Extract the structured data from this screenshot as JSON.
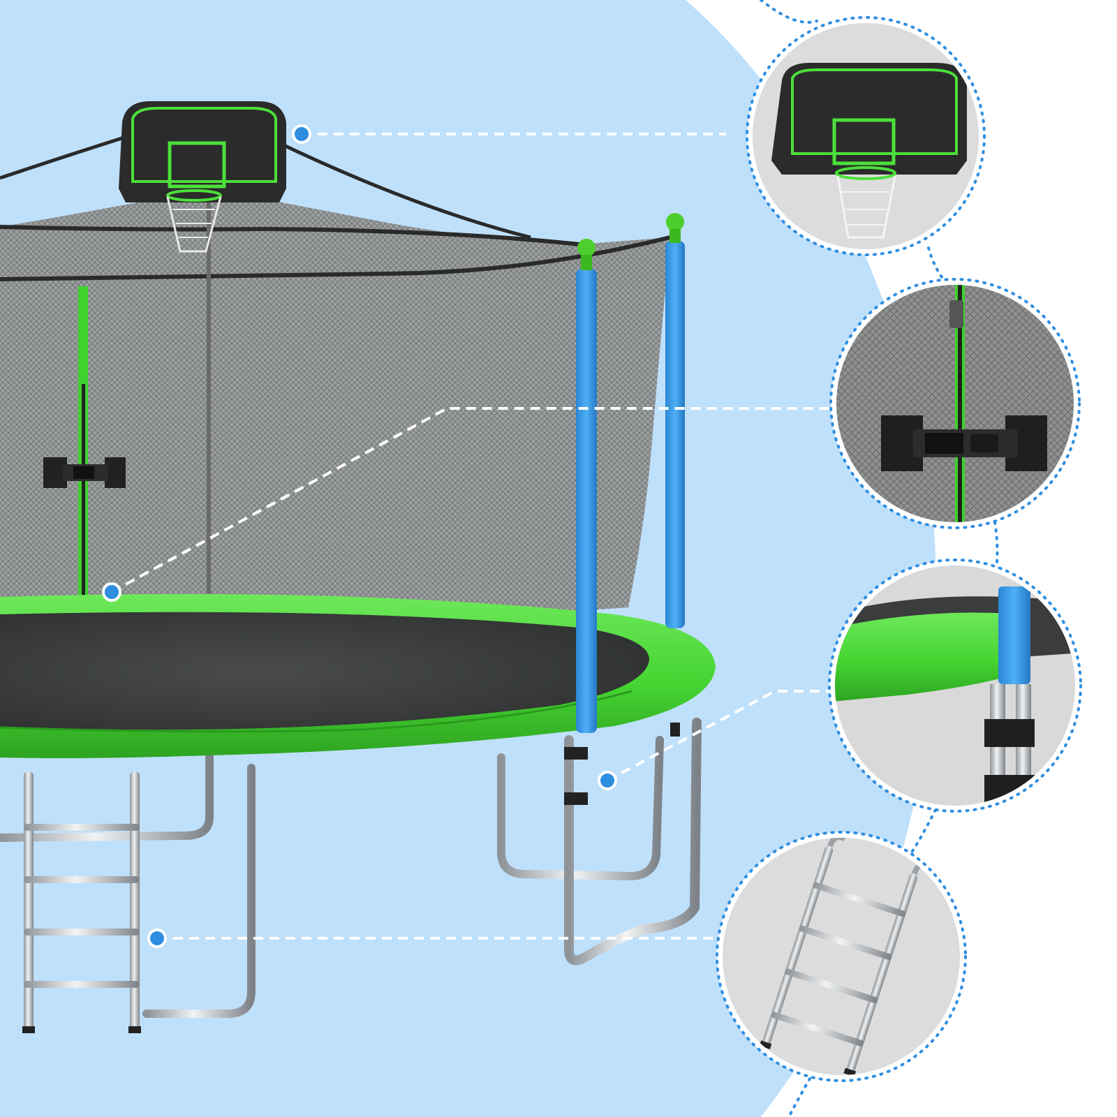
{
  "colors": {
    "backdrop_blue": "#bfe0fb",
    "page_white": "#ffffff",
    "trampoline_green": "#4fd63a",
    "pad_green_dark": "#2fae22",
    "pole_blue": "#3a9ee8",
    "net_gray": "#7a7a7a",
    "mat_dark": "#3a3d3c",
    "callout_blue": "#2e8ee0",
    "steel": "#b8bcc0",
    "backboard": "#2b2b2b",
    "backboard_trim": "#4be03a",
    "zoom_bg": "#d9d9d9"
  },
  "icons": {
    "basketball_hoop": "basketball-hoop-icon",
    "enclosure_buckle": "buckle-icon",
    "pole_and_pad": "pole-pad-icon",
    "ladder": "ladder-icon",
    "callout_dot": "callout-dot-icon"
  },
  "callouts": [
    {
      "id": "hoop"
    },
    {
      "id": "buckle"
    },
    {
      "id": "pole"
    },
    {
      "id": "ladder"
    }
  ]
}
